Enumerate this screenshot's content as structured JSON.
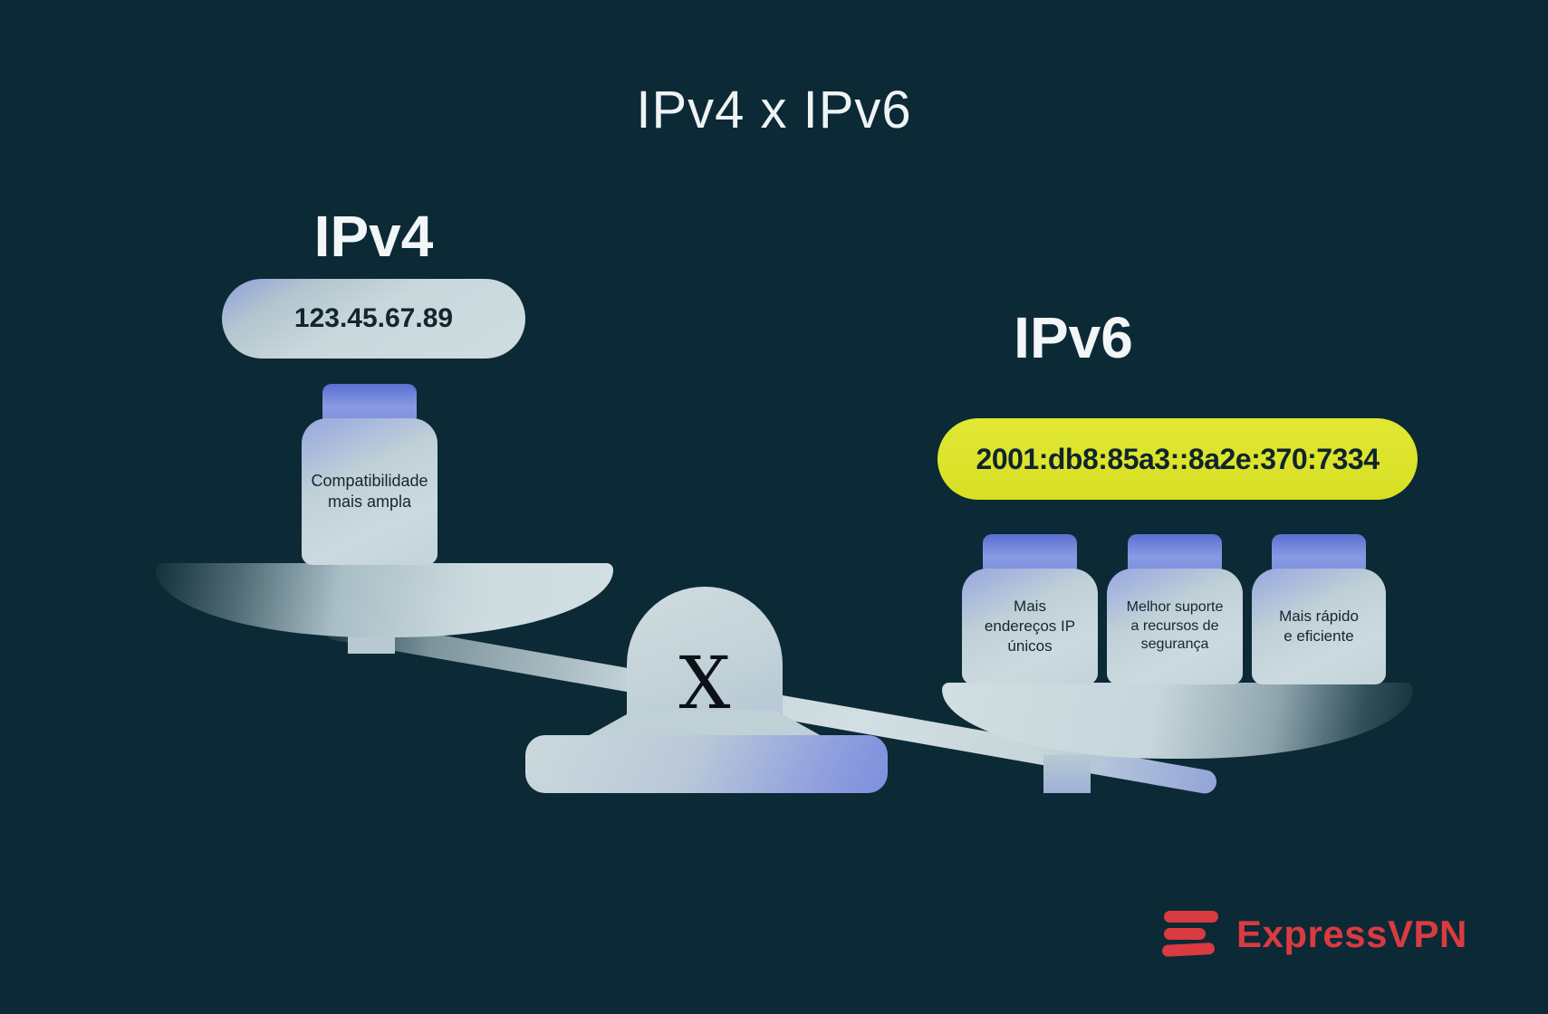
{
  "title": "IPv4 x IPv6",
  "left": {
    "heading": "IPv4",
    "address": "123.45.67.89",
    "weights": [
      {
        "label": "Compatibilidade mais ampla"
      }
    ]
  },
  "right": {
    "heading": "IPv6",
    "address": "2001:db8:85a3::8a2e:370:7334",
    "weights": [
      {
        "label": "Mais endereços IP únicos"
      },
      {
        "label": "Melhor suporte a recursos de segurança"
      },
      {
        "label": "Mais rápido e eficiente"
      }
    ]
  },
  "scale": {
    "fulcrum_label": "X",
    "tilt": "right-side-down"
  },
  "brand": {
    "wordmark": "ExpressVPN"
  },
  "colors": {
    "background": "#0c2936",
    "panel_light": "#c6d6db",
    "accent_periwinkle": "#7d90dc",
    "cap_blue": "#5a70d2",
    "highlight_yellow": "#dce32b",
    "text_dark": "#13252d",
    "text_light": "#eef3f4",
    "brand_red": "#d93b41"
  }
}
